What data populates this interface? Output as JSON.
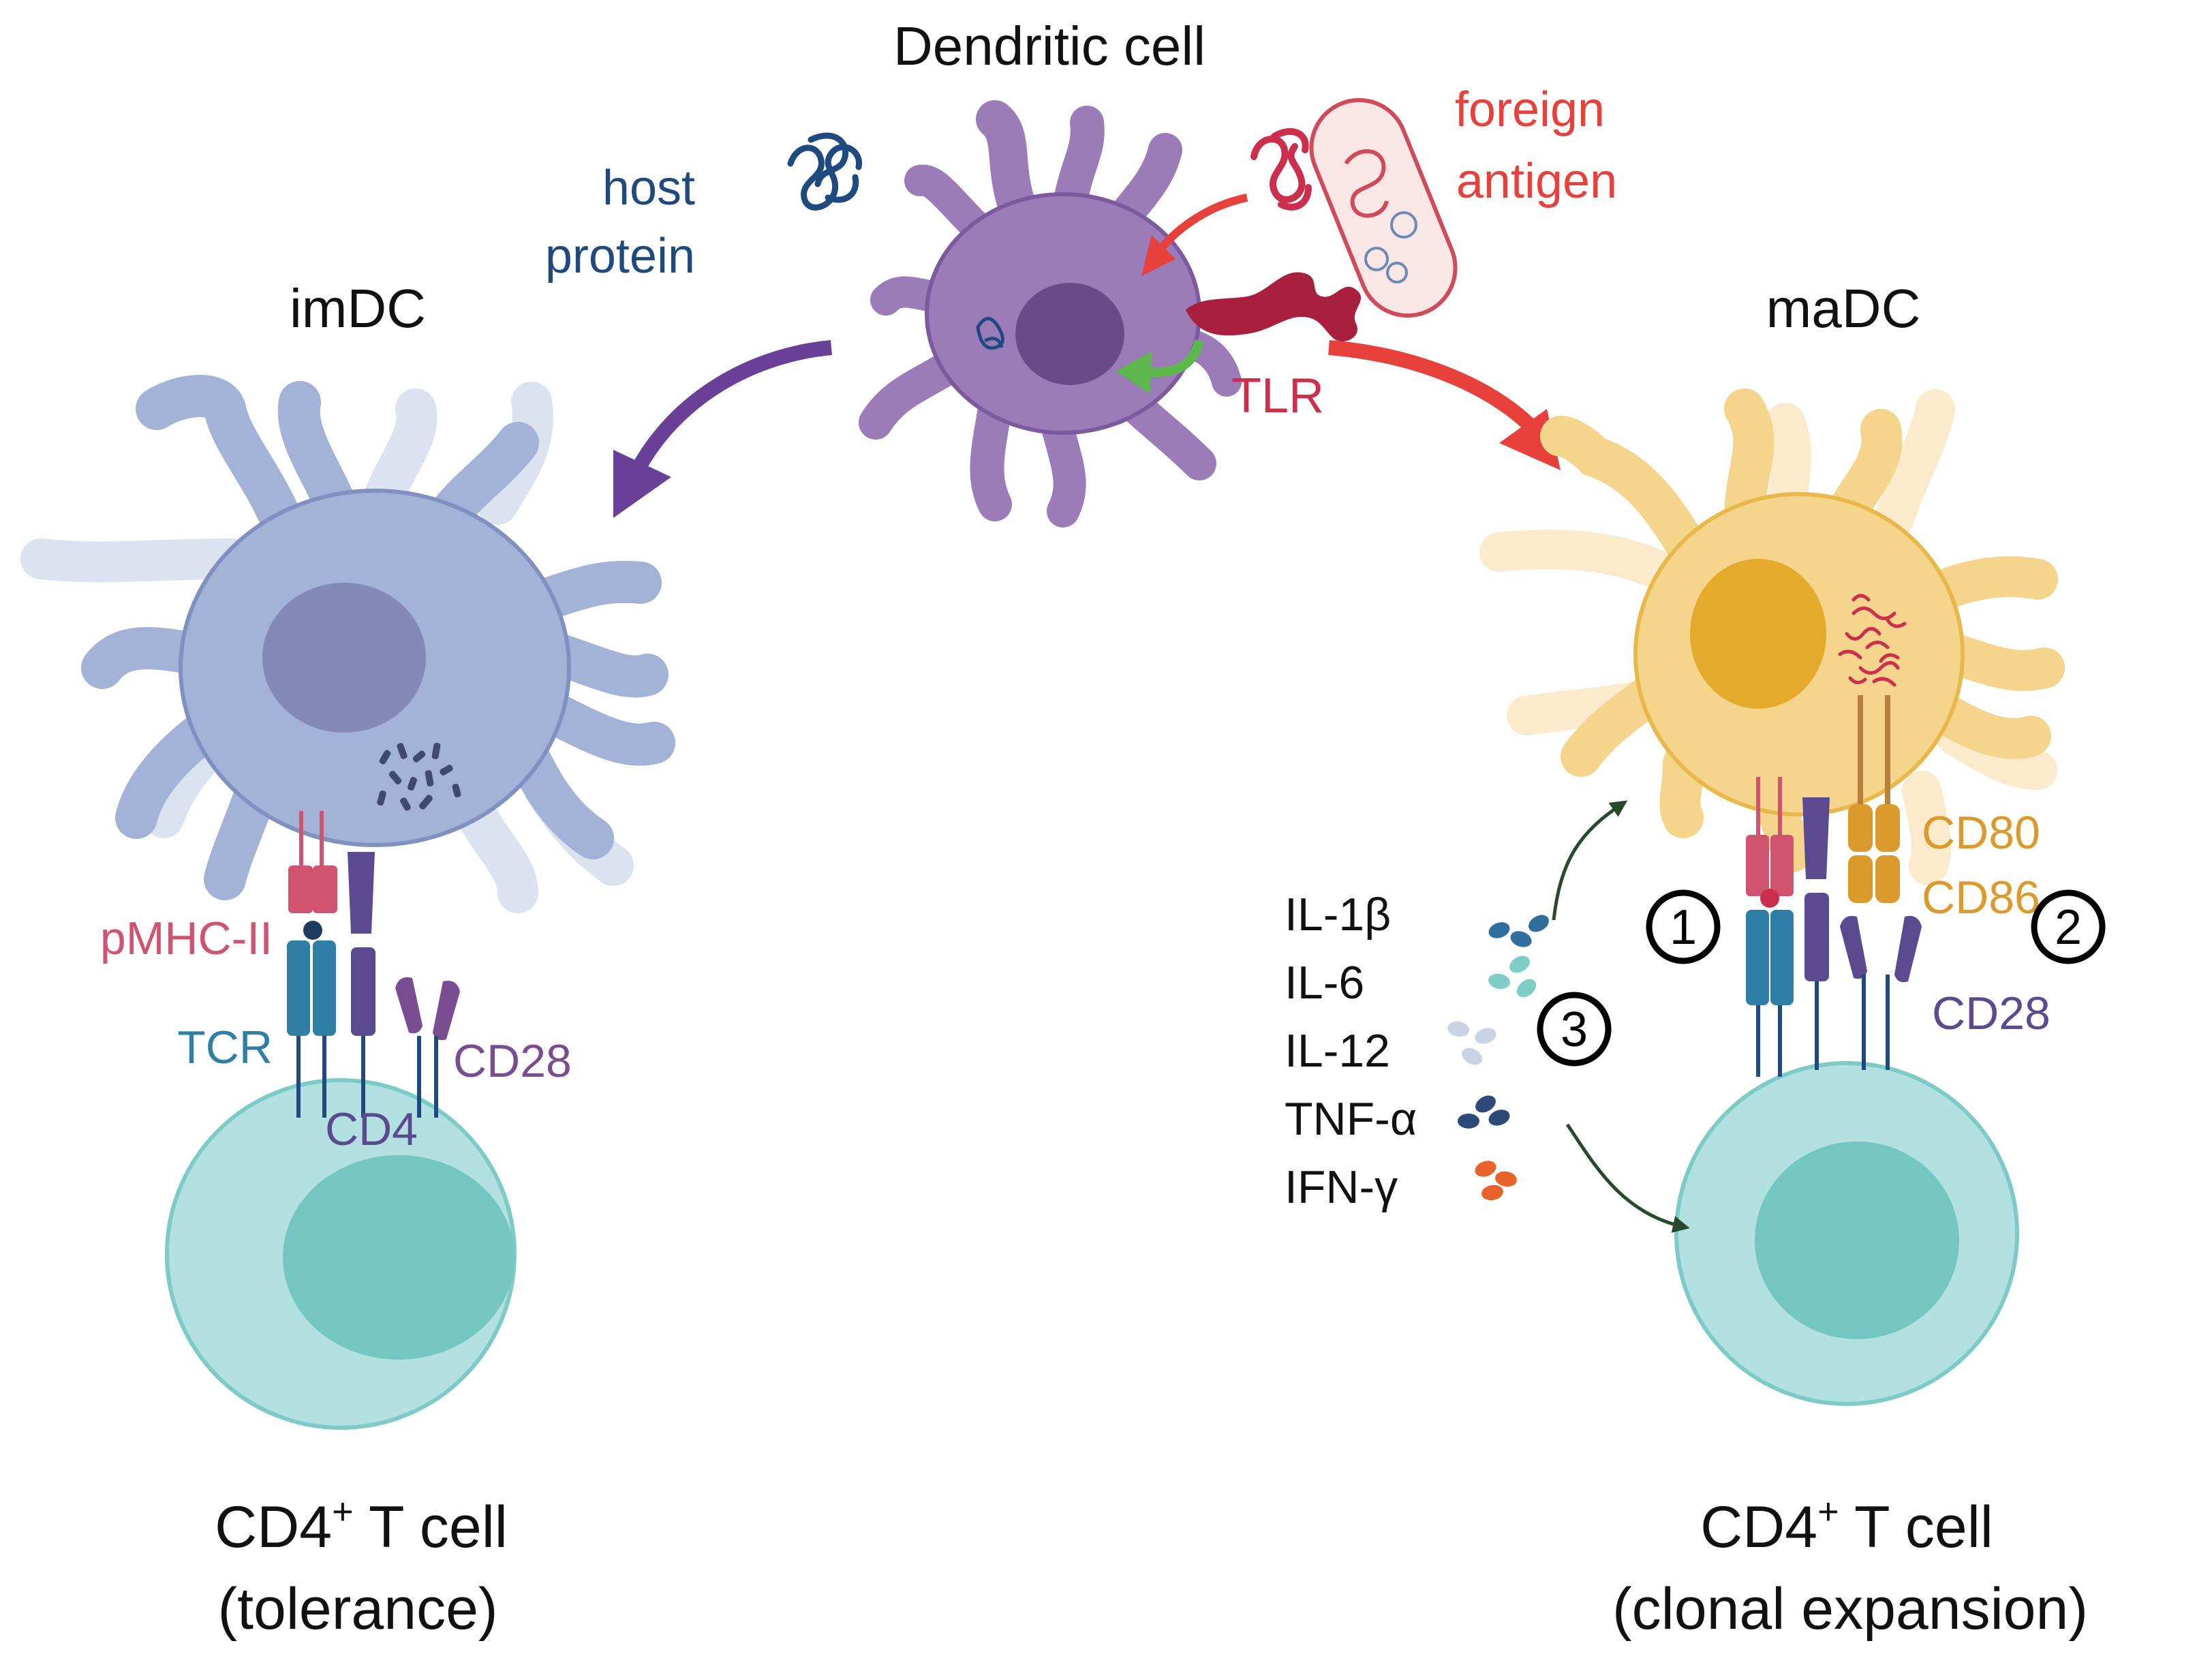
{
  "title": "Dendritic cell",
  "labels": {
    "host_protein_line1": "host",
    "host_protein_line2": "protein",
    "foreign_antigen_line1": "foreign",
    "foreign_antigen_line2": "antigen",
    "tlr": "TLR",
    "imdc": "imDC",
    "madc": "maDC",
    "pmhc": "pMHC-II",
    "tcr": "TCR",
    "cd4": "CD4",
    "cd28_left": "CD28",
    "cd80": "CD80",
    "cd86": "CD86",
    "cd28_right": "CD28",
    "step1": "1",
    "step2": "2",
    "step3": "3",
    "left_tcell_line1": "CD4",
    "left_tcell_sup": "+",
    "left_tcell_line1b": " T cell",
    "left_tcell_line2": "(tolerance)",
    "right_tcell_line1": "CD4",
    "right_tcell_sup": "+",
    "right_tcell_line1b": " T cell",
    "right_tcell_line2": "(clonal expansion)"
  },
  "cytokines": [
    {
      "name": "IL-1β",
      "color": "#2f6fa0"
    },
    {
      "name": "IL-6",
      "color": "#7ecdc6"
    },
    {
      "name": "IL-12",
      "color": "#c8d3e6"
    },
    {
      "name": "TNF-α",
      "color": "#2e4a78"
    },
    {
      "name": "IFN-γ",
      "color": "#e8622c"
    }
  ],
  "colors": {
    "dc_center": "#9b7bb8",
    "dc_nucleus": "#6b4a8a",
    "imdc": "#a3b3d8",
    "imdc_nucleus": "#8589b8",
    "madc": "#f5d48c",
    "madc_nucleus": "#e3aa2c",
    "tcell": "#b3e0e0",
    "tcell_nucleus": "#73c6c1",
    "mhc": "#d0546f",
    "tcr": "#2e7ea6",
    "cd4": "#5b4a8f",
    "cd28": "#7a4d93",
    "cd80": "#dc9a2c",
    "host_protein": "#1f4a80",
    "foreign_antigen": "#cc2e4c",
    "red_arrow": "#e8403a",
    "purple_arrow": "#6a3f98",
    "green_arrow": "#5cb84c",
    "dark_arrow": "#264a2a"
  }
}
